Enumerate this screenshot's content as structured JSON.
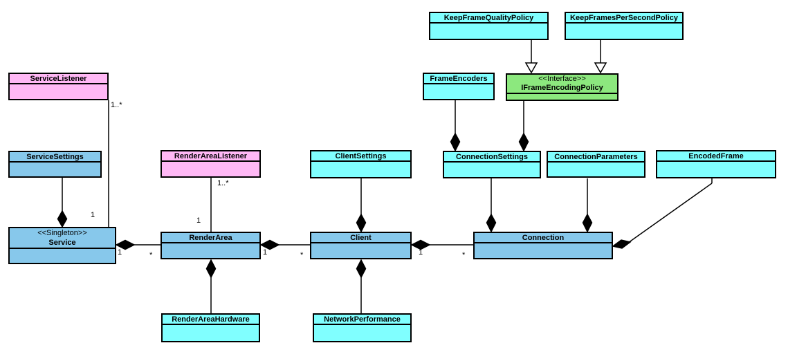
{
  "diagram": {
    "type": "uml-class-diagram",
    "background": "#ffffff",
    "colors": {
      "class_blue": "#87c8eb",
      "class_cyan": "#80ffff",
      "class_pink": "#ffb8f5",
      "interface_green": "#8ce87e",
      "line": "#000000"
    },
    "classes": [
      {
        "name": "ServiceListener",
        "fill": "#ffb8f5"
      },
      {
        "name": "ServiceSettings",
        "fill": "#87c8eb"
      },
      {
        "name": "Service",
        "stereotype": "<<Singleton>>",
        "fill": "#87c8eb"
      },
      {
        "name": "RenderAreaListener",
        "fill": "#ffb8f5"
      },
      {
        "name": "RenderArea",
        "fill": "#87c8eb"
      },
      {
        "name": "RenderAreaHardware",
        "fill": "#80ffff"
      },
      {
        "name": "ClientSettings",
        "fill": "#80ffff"
      },
      {
        "name": "Client",
        "fill": "#87c8eb"
      },
      {
        "name": "NetworkPerformance",
        "fill": "#80ffff"
      },
      {
        "name": "ConnectionSettings",
        "fill": "#80ffff"
      },
      {
        "name": "ConnectionParameters",
        "fill": "#80ffff"
      },
      {
        "name": "EncodedFrame",
        "fill": "#80ffff"
      },
      {
        "name": "Connection",
        "fill": "#87c8eb"
      },
      {
        "name": "FrameEncoders",
        "fill": "#80ffff"
      },
      {
        "name": "IFrameEncodingPolicy",
        "stereotype": "<<Interface>>",
        "fill": "#8ce87e"
      },
      {
        "name": "KeepFrameQualityPolicy",
        "fill": "#80ffff"
      },
      {
        "name": "KeepFramesPerSecondPolicy",
        "fill": "#80ffff"
      }
    ],
    "relationships": [
      {
        "type": "association",
        "ends": [
          "ServiceListener",
          "Service"
        ],
        "mult": [
          "1..*",
          "1"
        ]
      },
      {
        "type": "composition",
        "whole": "Service",
        "part": "ServiceSettings"
      },
      {
        "type": "composition",
        "whole": "Service",
        "part": "RenderArea",
        "mult": [
          "1",
          "*"
        ]
      },
      {
        "type": "association",
        "ends": [
          "RenderAreaListener",
          "RenderArea"
        ],
        "mult": [
          "1..*",
          "1"
        ]
      },
      {
        "type": "composition",
        "whole": "RenderArea",
        "part": "RenderAreaHardware"
      },
      {
        "type": "composition",
        "whole": "RenderArea",
        "part": "Client",
        "mult": [
          "1",
          "*"
        ]
      },
      {
        "type": "composition",
        "whole": "Client",
        "part": "ClientSettings"
      },
      {
        "type": "composition",
        "whole": "Client",
        "part": "NetworkPerformance"
      },
      {
        "type": "composition",
        "whole": "Client",
        "part": "Connection",
        "mult": [
          "1",
          "*"
        ]
      },
      {
        "type": "composition",
        "whole": "Connection",
        "part": "ConnectionSettings"
      },
      {
        "type": "composition",
        "whole": "Connection",
        "part": "ConnectionParameters"
      },
      {
        "type": "composition",
        "whole": "Connection",
        "part": "EncodedFrame"
      },
      {
        "type": "composition",
        "whole": "ConnectionSettings",
        "part": "FrameEncoders"
      },
      {
        "type": "composition",
        "whole": "ConnectionSettings",
        "part": "IFrameEncodingPolicy"
      },
      {
        "type": "generalization",
        "from": "KeepFrameQualityPolicy",
        "to": "IFrameEncodingPolicy"
      },
      {
        "type": "generalization",
        "from": "KeepFramesPerSecondPolicy",
        "to": "IFrameEncodingPolicy"
      }
    ]
  }
}
